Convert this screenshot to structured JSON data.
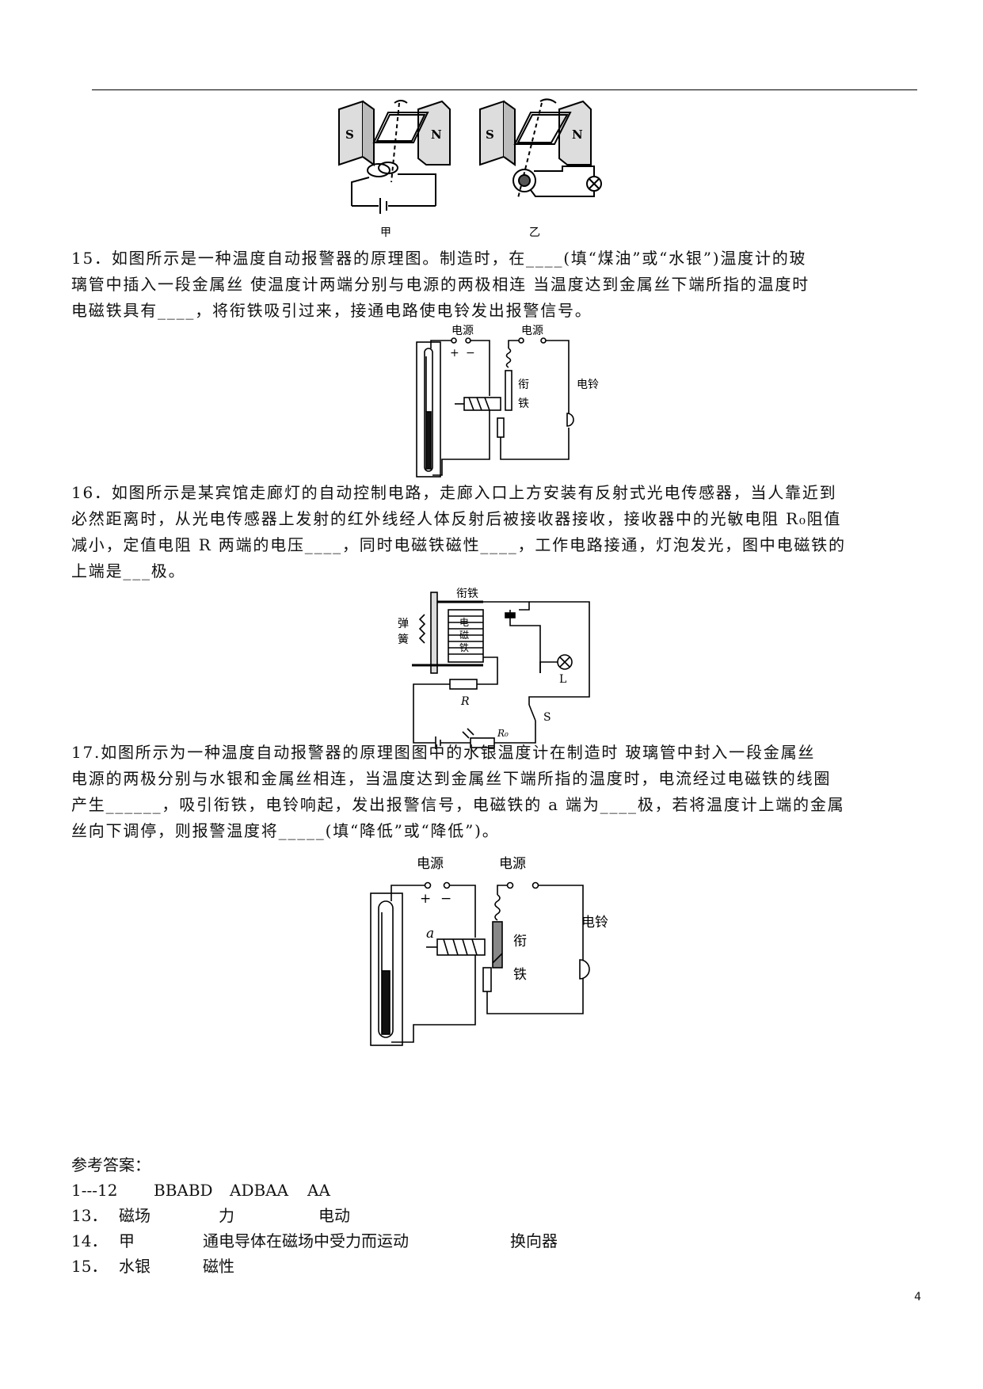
{
  "q15": {
    "lines": [
      "15．如图所示是一种温度自动报警器的原理图。制造时，在____(填“煤油”或“水银”)温度计的玻",
      "璃管中插入一段金属丝 使温度计两端分别与电源的两极相连 当温度达到金属丝下端所指的温度时",
      "电磁铁具有____，将衔铁吸引过来，接通电路使电铃发出报警信号。"
    ],
    "figure": {
      "power1": "电源",
      "power2": "电源",
      "plus": "+",
      "minus": "−",
      "armature1": "衔",
      "armature2": "铁",
      "bell": "电铃"
    }
  },
  "fig14": {
    "label_a": "甲",
    "label_b": "乙",
    "s": "S",
    "n": "N"
  },
  "q16": {
    "lines": [
      "16．如图所示是某宾馆走廊灯的自动控制电路，走廊入口上方安装有反射式光电传感器，当人靠近到",
      "必然距离时，从光电传感器上发射的红外线经人体反射后被接收器接收，接收器中的光敏电阻 R₀阻值",
      "减小，定值电阻 R 两端的电压____，同时电磁铁磁性____，工作电路接通，灯泡发光，图中电磁铁的",
      "上端是___极。"
    ],
    "figure": {
      "armature": "衔铁",
      "spring1": "弹",
      "spring2": "簧",
      "em1": "电",
      "em2": "磁",
      "em3": "铁",
      "R": "R",
      "R0": "R₀",
      "S": "S",
      "L": "L"
    }
  },
  "q17": {
    "lines": [
      "17.如图所示为一种温度自动报警器的原理图图中的水银温度计在制造时 玻璃管中封入一段金属丝",
      "电源的两极分别与水银和金属丝相连，当温度达到金属丝下端所指的温度时，电流经过电磁铁的线圈",
      "产生______，吸引衔铁，电铃响起，发出报警信号，电磁铁的 a 端为____极，若将温度计上端的金属",
      "丝向下调停，则报警温度将_____(填“降低”或“降低”)。"
    ],
    "figure": {
      "power1": "电源",
      "power2": "电源",
      "plus": "+",
      "minus": "−",
      "a": "a",
      "armature1": "衔",
      "armature2": "铁",
      "bell": "电铃"
    }
  },
  "answers": {
    "title": "参考答案：",
    "rows": [
      [
        "1---12",
        "BBABD",
        "ADBAA",
        "AA"
      ],
      [
        "13．",
        "磁场",
        "力",
        "电动"
      ],
      [
        "14．",
        "甲",
        "通电导体在磁场中受力而运动",
        "换向器"
      ],
      [
        "15．",
        "水银",
        "磁性"
      ]
    ]
  },
  "page_number": "4"
}
